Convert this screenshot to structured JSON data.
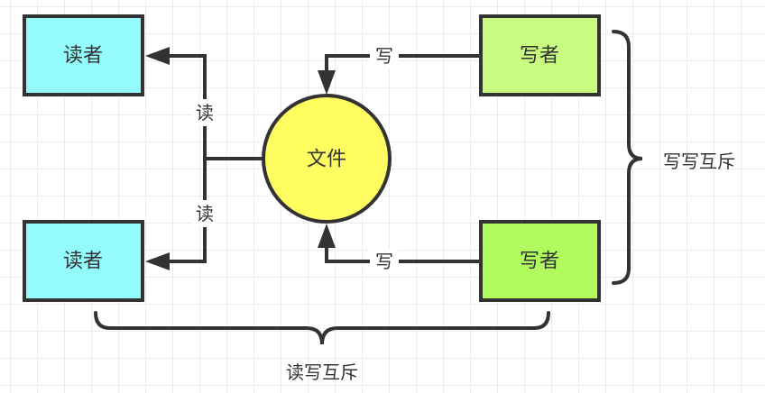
{
  "diagram": {
    "nodes": {
      "reader_top": {
        "label": "读者",
        "color": "#94fbfd"
      },
      "reader_bottom": {
        "label": "读者",
        "color": "#94fbfd"
      },
      "writer_top": {
        "label": "写者",
        "color": "#c8fb7f"
      },
      "writer_bottom": {
        "label": "写者",
        "color": "#b2fb5e"
      },
      "file": {
        "label": "文件",
        "color": "#fffd60"
      }
    },
    "edges": {
      "read_top": {
        "label": "读"
      },
      "read_bottom": {
        "label": "读"
      },
      "write_top": {
        "label": "写"
      },
      "write_bottom": {
        "label": "写"
      }
    },
    "braces": {
      "write_write": {
        "label": "写写互斥"
      },
      "read_write": {
        "label": "读写互斥"
      }
    },
    "stroke_color": "#333333"
  }
}
